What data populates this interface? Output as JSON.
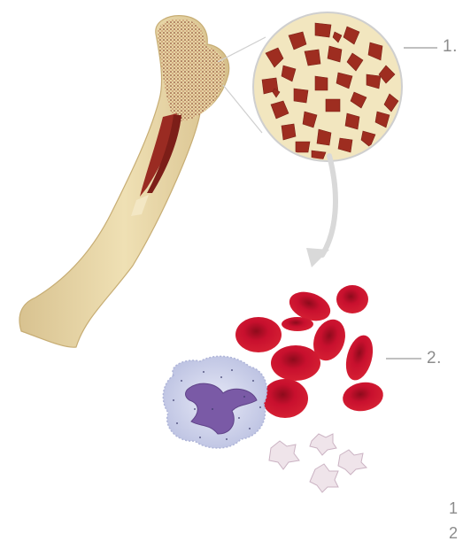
{
  "labels": {
    "marrow_callout": "1.",
    "blood_cells_callout": "2."
  },
  "footnotes": [
    "1",
    "2"
  ],
  "colors": {
    "bone": "#e6d4a3",
    "bone_shadow": "#c9b27a",
    "marrow_red": "#9a2b22",
    "red_cell": "#c8102e",
    "white_cell": "#cbd0ea",
    "nucleus": "#7a5aa6",
    "platelet": "#eadfe6",
    "arrow": "#d9d9d9",
    "label_gray": "#8c8c8c"
  },
  "icons": [
    "femur-bone",
    "spongy-bone-magnifier",
    "curved-arrow",
    "red-blood-cell",
    "white-blood-cell",
    "platelet"
  ]
}
